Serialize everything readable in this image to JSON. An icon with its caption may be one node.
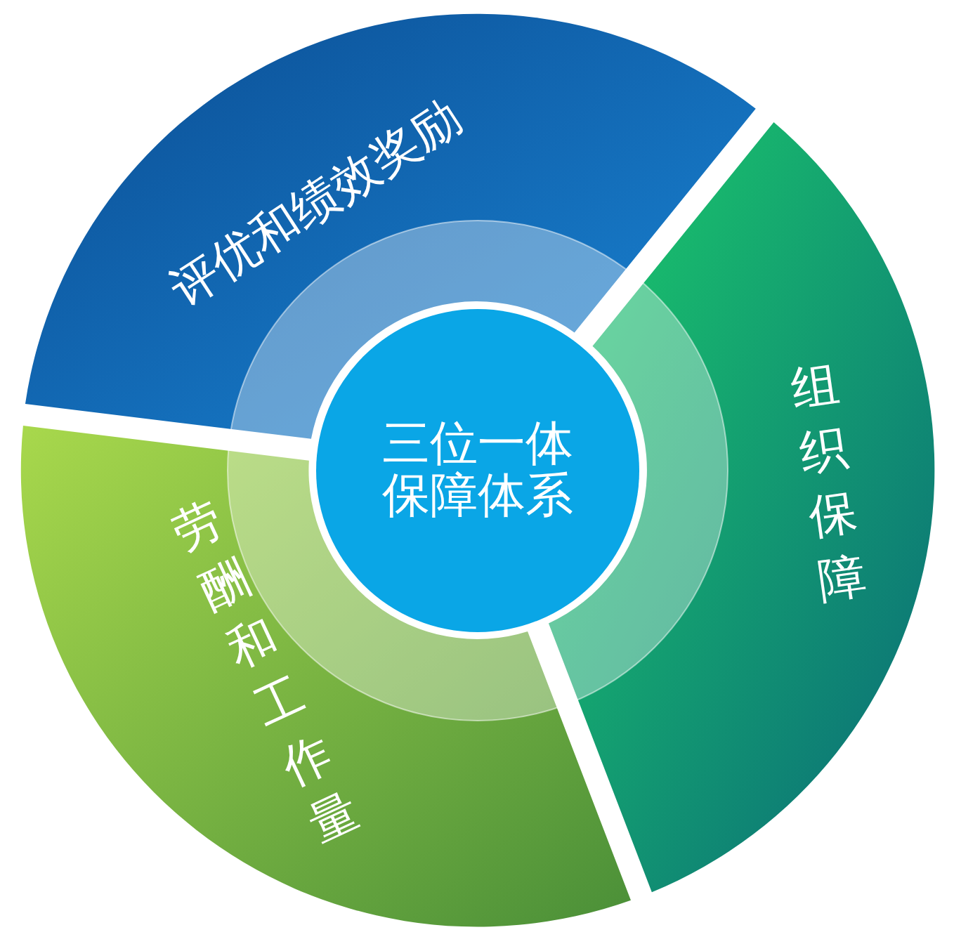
{
  "diagram": {
    "nodes": [
      {
        "text": [
          "三位一体保障体系"
        ]
      },
      {
        "text": [
          "评优和绩效奖励"
        ]
      },
      {
        "text": [
          "组织保障"
        ]
      },
      {
        "text": [
          "劳酬和工作量"
        ]
      }
    ]
  }
}
